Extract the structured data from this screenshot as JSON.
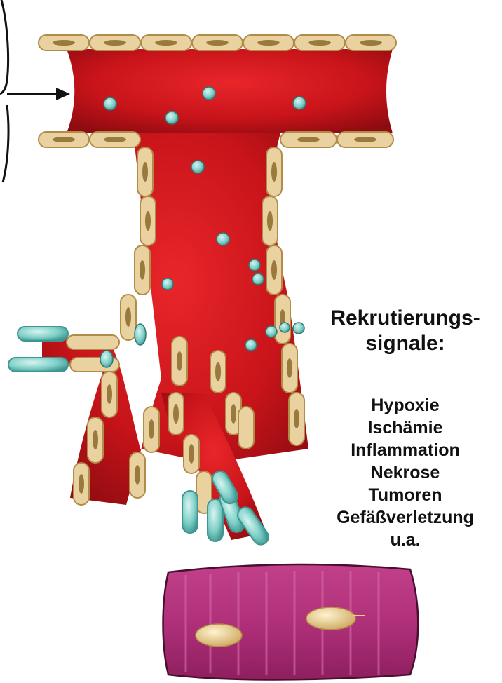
{
  "heading": {
    "line1": "Rekrutierungs-",
    "line2": "signale:"
  },
  "signals": [
    "Hypoxie",
    "Ischämie",
    "Inflammation",
    "Nekrose",
    "Tumoren",
    "Gefäßverletzung",
    "u.a."
  ],
  "colors": {
    "blood": "#c8141a",
    "blood_dark": "#8e0b10",
    "endothelium": "#e9d2a0",
    "endothelium_nucleus": "#9a7a3c",
    "circulating_cell": "#7fd0c8",
    "muscle_cell": "#b0307a",
    "muscle_nucleus": "#e8cc8a"
  }
}
